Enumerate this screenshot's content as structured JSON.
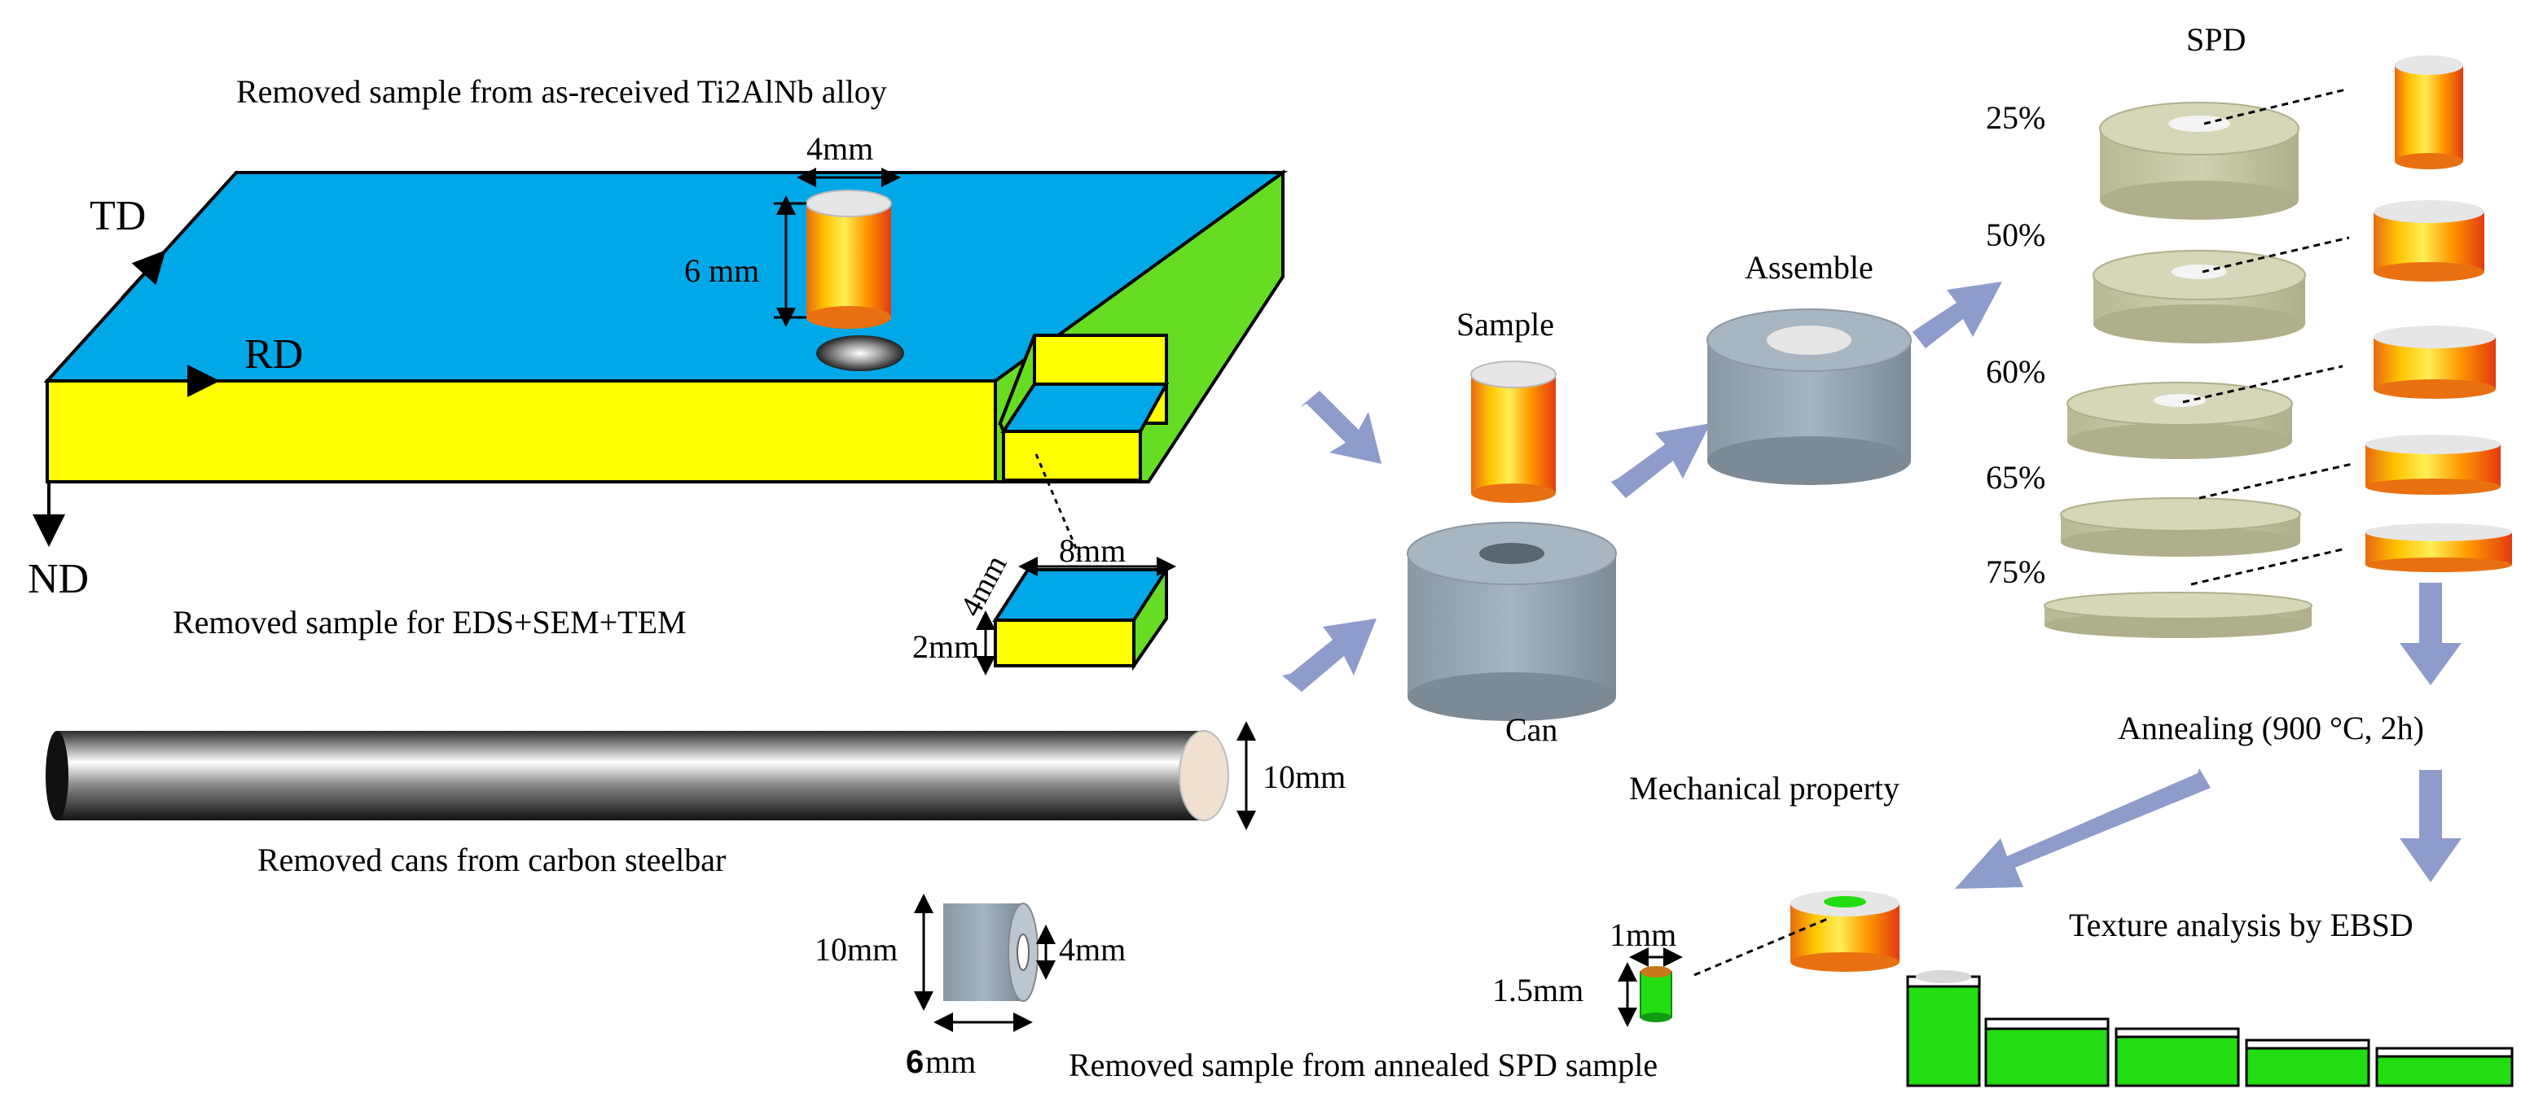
{
  "labels": {
    "title_top": "Removed sample from as-received Ti2AlNb alloy",
    "dim_4mm_top": "4mm",
    "dim_6mm": "6 mm",
    "axis_td": "TD",
    "axis_rd": "RD",
    "axis_nd": "ND",
    "eds_title": "Removed sample for EDS+SEM+TEM",
    "eds_8mm": "8mm",
    "eds_4mm": "4mm",
    "eds_2mm": "2mm",
    "bar_10mm": "10mm",
    "bar_title": "Removed cans from  carbon steelbar",
    "can_10mm": "10mm",
    "can_4mm": "4mm",
    "can_6": "6",
    "can_mm": "mm",
    "sample": "Sample",
    "can": "Can",
    "assemble": "Assemble",
    "spd": "SPD",
    "pct": [
      "25%",
      "50%",
      "60%",
      "65%",
      "75%"
    ],
    "annealing": "Annealing (900 °C, 2h)",
    "mechanical": "Mechanical property",
    "texture": "Texture analysis by EBSD",
    "small_1mm": "1mm",
    "small_15mm": "1.5mm",
    "annealed_title": "Removed sample from annealed SPD sample"
  },
  "colors": {
    "plate_top": "#00A8E8",
    "plate_side": "#FFFF00",
    "plate_end": "#66DD22",
    "can_gray": "#98A6B2",
    "spd_disk": "#C9C9A6",
    "arrow": "#8E9CCB",
    "green_block": "#22DD11"
  }
}
